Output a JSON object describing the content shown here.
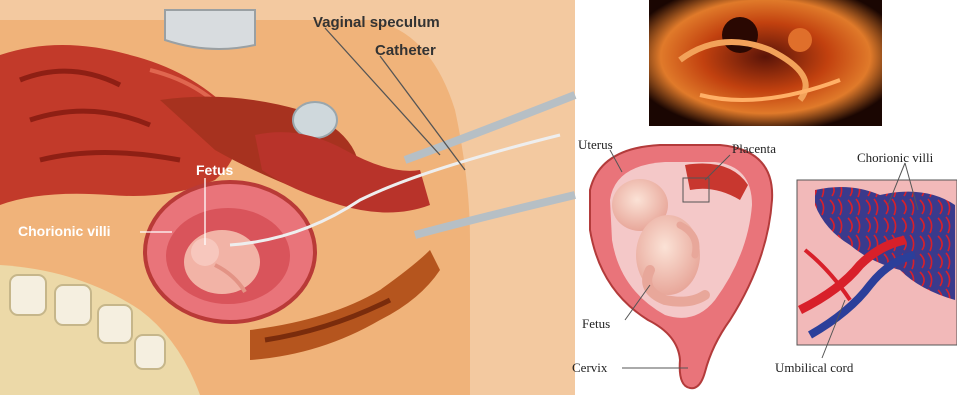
{
  "panel_left": {
    "labels": {
      "speculum": "Vaginal speculum",
      "catheter": "Catheter",
      "fetus": "Fetus",
      "villi": "Chorionic villi"
    }
  },
  "panel_uterus": {
    "labels": {
      "uterus": "Uterus",
      "placenta": "Placenta",
      "fetus": "Fetus",
      "cervix": "Cervix"
    }
  },
  "panel_villi": {
    "labels": {
      "villi": "Chorionic villi",
      "cord": "Umbilical cord"
    }
  },
  "colors": {
    "flesh": "#f0b37a",
    "skin": "#f3c9a0",
    "tissue_red": "#c8372f",
    "uterus_pink": "#e9747a",
    "vein_blue": "#2b3f9a",
    "artery_red": "#d8202a"
  }
}
